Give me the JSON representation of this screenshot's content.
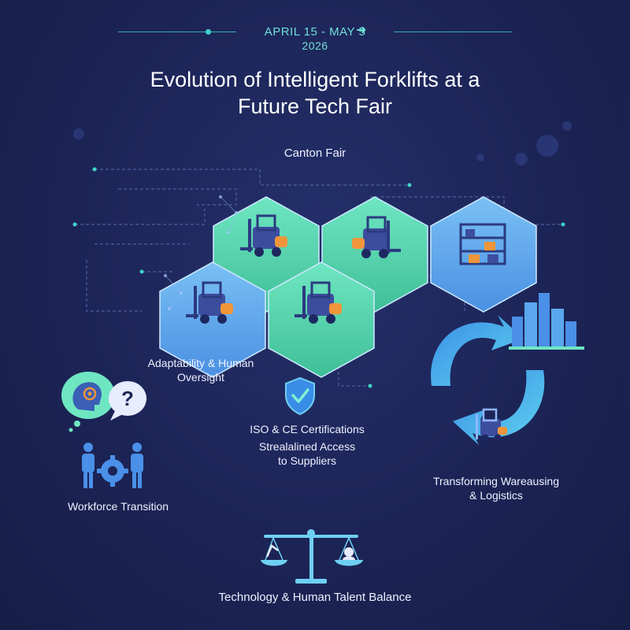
{
  "header": {
    "date_range": "APRIL 15 - MAY 5",
    "year": "2026",
    "title_line1": "Evolution of Intelligent Forklifts at a",
    "title_line2": "Future Tech Fair"
  },
  "labels": {
    "venue": "Canton Fair",
    "adaptability_line1": "Adaptability & Human",
    "adaptability_line2": "Oversight",
    "certifications": "ISO & CE Certifications",
    "access_line1": "Strealalined Access",
    "access_line2": "to Suppliers",
    "transforming_line1": "Transforming Wareausing",
    "transforming_line2": "& Logistics",
    "workforce": "Workforce Transition",
    "balance": "Technology & Human Talent Balance"
  },
  "colors": {
    "background": "#1c2456",
    "accent_teal": "#3fd3c8",
    "hex_green": "#5ed8b0",
    "hex_blue": "#5aa7ee",
    "icon_blue": "#4a8fe8",
    "forklift_orange": "#f0953a"
  },
  "icons": {
    "forklift": "forklift-icon",
    "shelf": "warehouse-shelf-icon",
    "shield": "shield-check-icon",
    "head": "brain-head-icon",
    "question": "question-bubble-icon",
    "workers": "workers-gear-icon",
    "scale": "balance-scale-icon",
    "cycle": "cycle-arrows-icon",
    "city": "city-skyline-icon"
  }
}
